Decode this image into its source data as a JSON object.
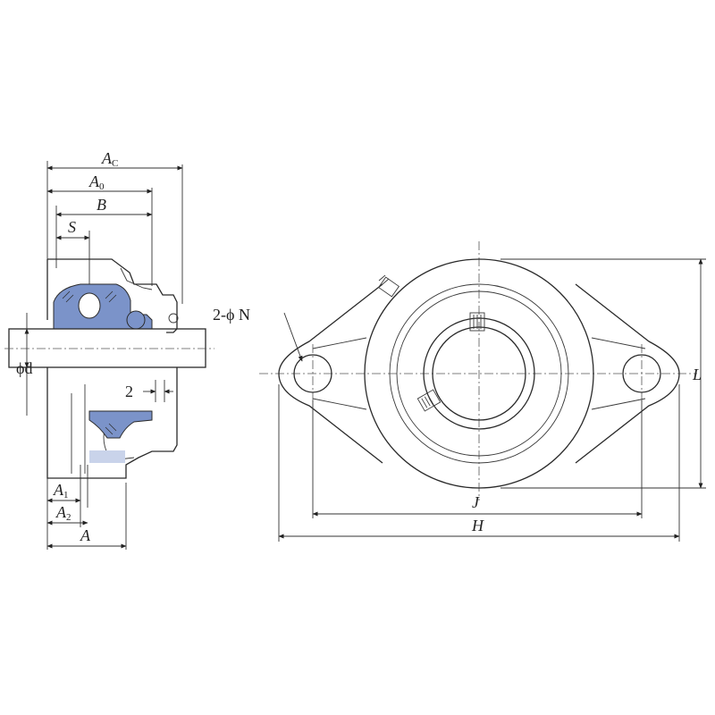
{
  "side_view": {
    "ac": {
      "main": "A",
      "sub": "C"
    },
    "a0": {
      "main": "A",
      "sub": "0"
    },
    "b": "B",
    "s": "S",
    "phi_d": "ϕd",
    "two": "2",
    "a1": {
      "main": "A",
      "sub": "1"
    },
    "a2": {
      "main": "A",
      "sub": "2"
    },
    "a": "A"
  },
  "front_view": {
    "holes": "2-ϕ N",
    "j": "J",
    "h": "H",
    "l": "L"
  },
  "colors": {
    "line": "#2a2a2a",
    "insert_blue": "#7b93c9"
  }
}
